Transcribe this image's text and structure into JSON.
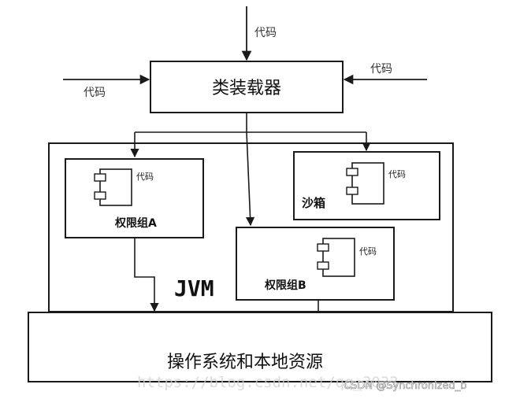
{
  "diagram": {
    "input_code_top": "代码",
    "input_code_left": "代码",
    "input_code_right": "代码",
    "class_loader": "类装载器",
    "jvm": "JVM",
    "perm_group_a": {
      "label": "权限组A",
      "component_label": "代码"
    },
    "sandbox": {
      "label": "沙箱",
      "component_label": "代码"
    },
    "perm_group_b": {
      "label": "权限组B",
      "component_label": "代码"
    },
    "os_resources": "操作系统和本地资源"
  },
  "watermarks": {
    "faint_url": "https://blog.csdn.net/qq_3033",
    "csdn": "CSDN @Synchronized_b"
  }
}
